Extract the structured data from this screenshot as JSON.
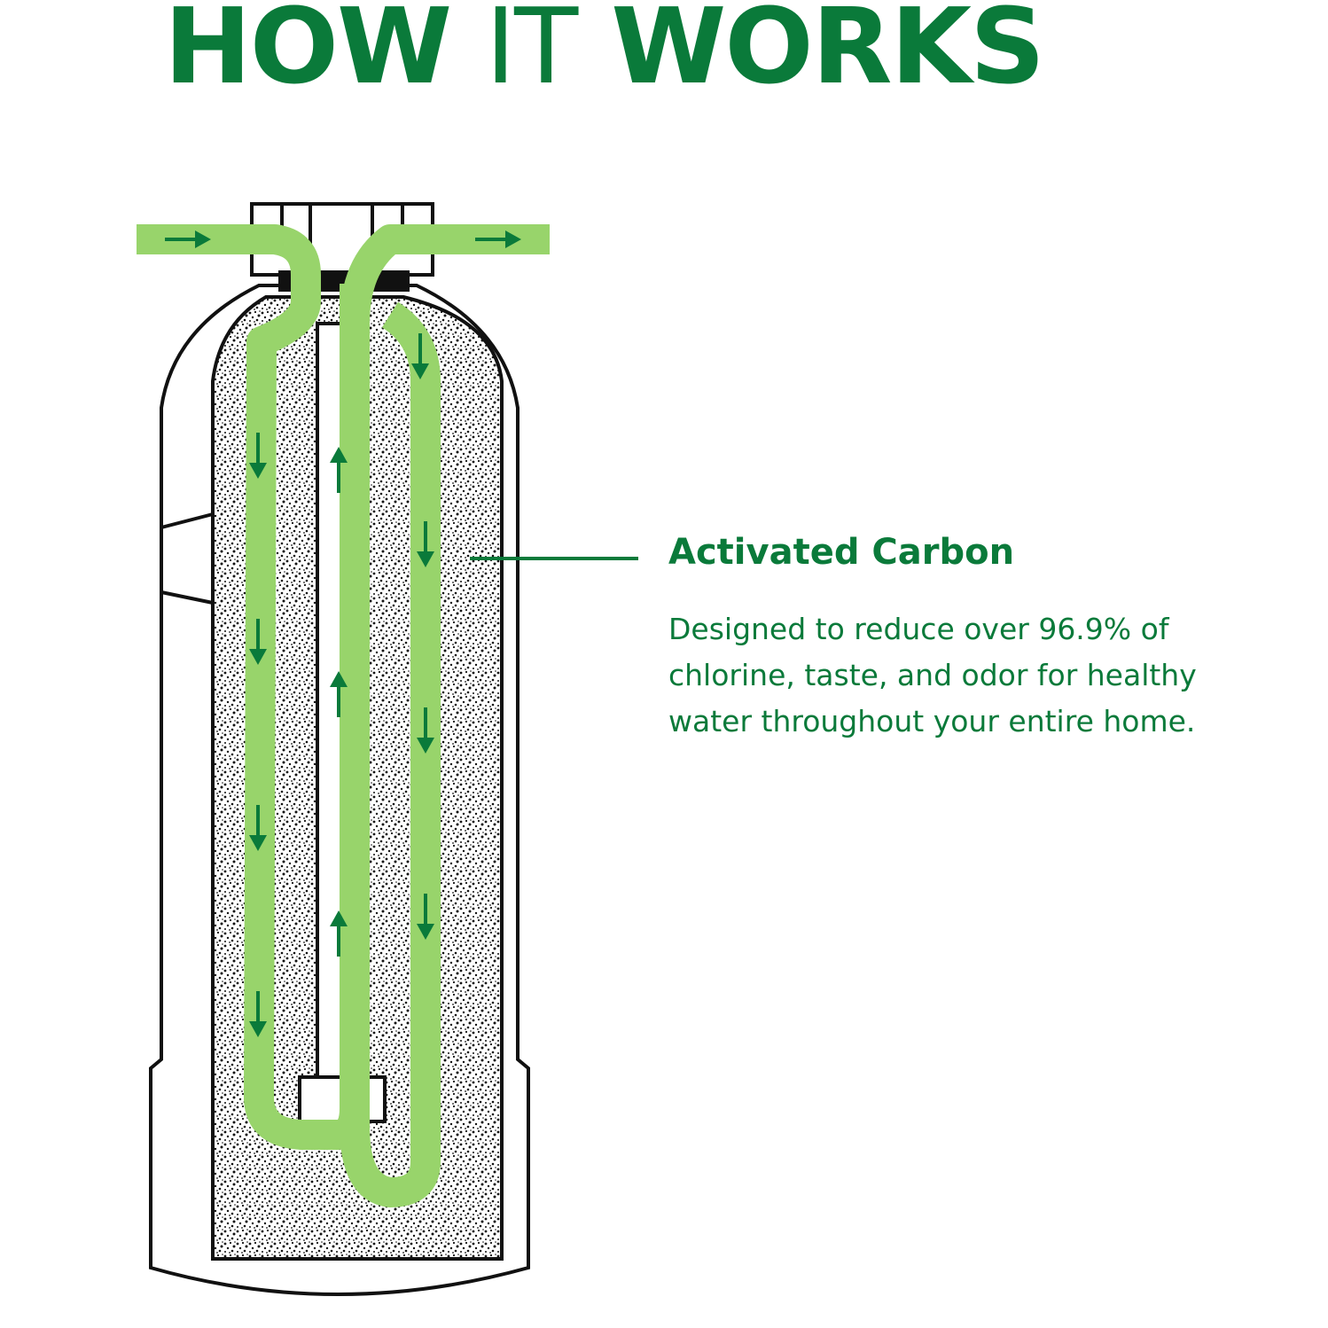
{
  "title": {
    "part1": "HOW",
    "part2": "IT",
    "part3": "WORKS"
  },
  "callout": {
    "heading": "Activated Carbon",
    "lines": [
      "Designed to reduce over 96.9% of",
      "chlorine, taste, and odor for healthy",
      "water throughout your entire home."
    ]
  },
  "colors": {
    "brand_green": "#0a7a3a",
    "flow_green": "#98d46b",
    "outline": "#111111"
  },
  "icons": {
    "flow_arrow": "arrow-icon"
  }
}
